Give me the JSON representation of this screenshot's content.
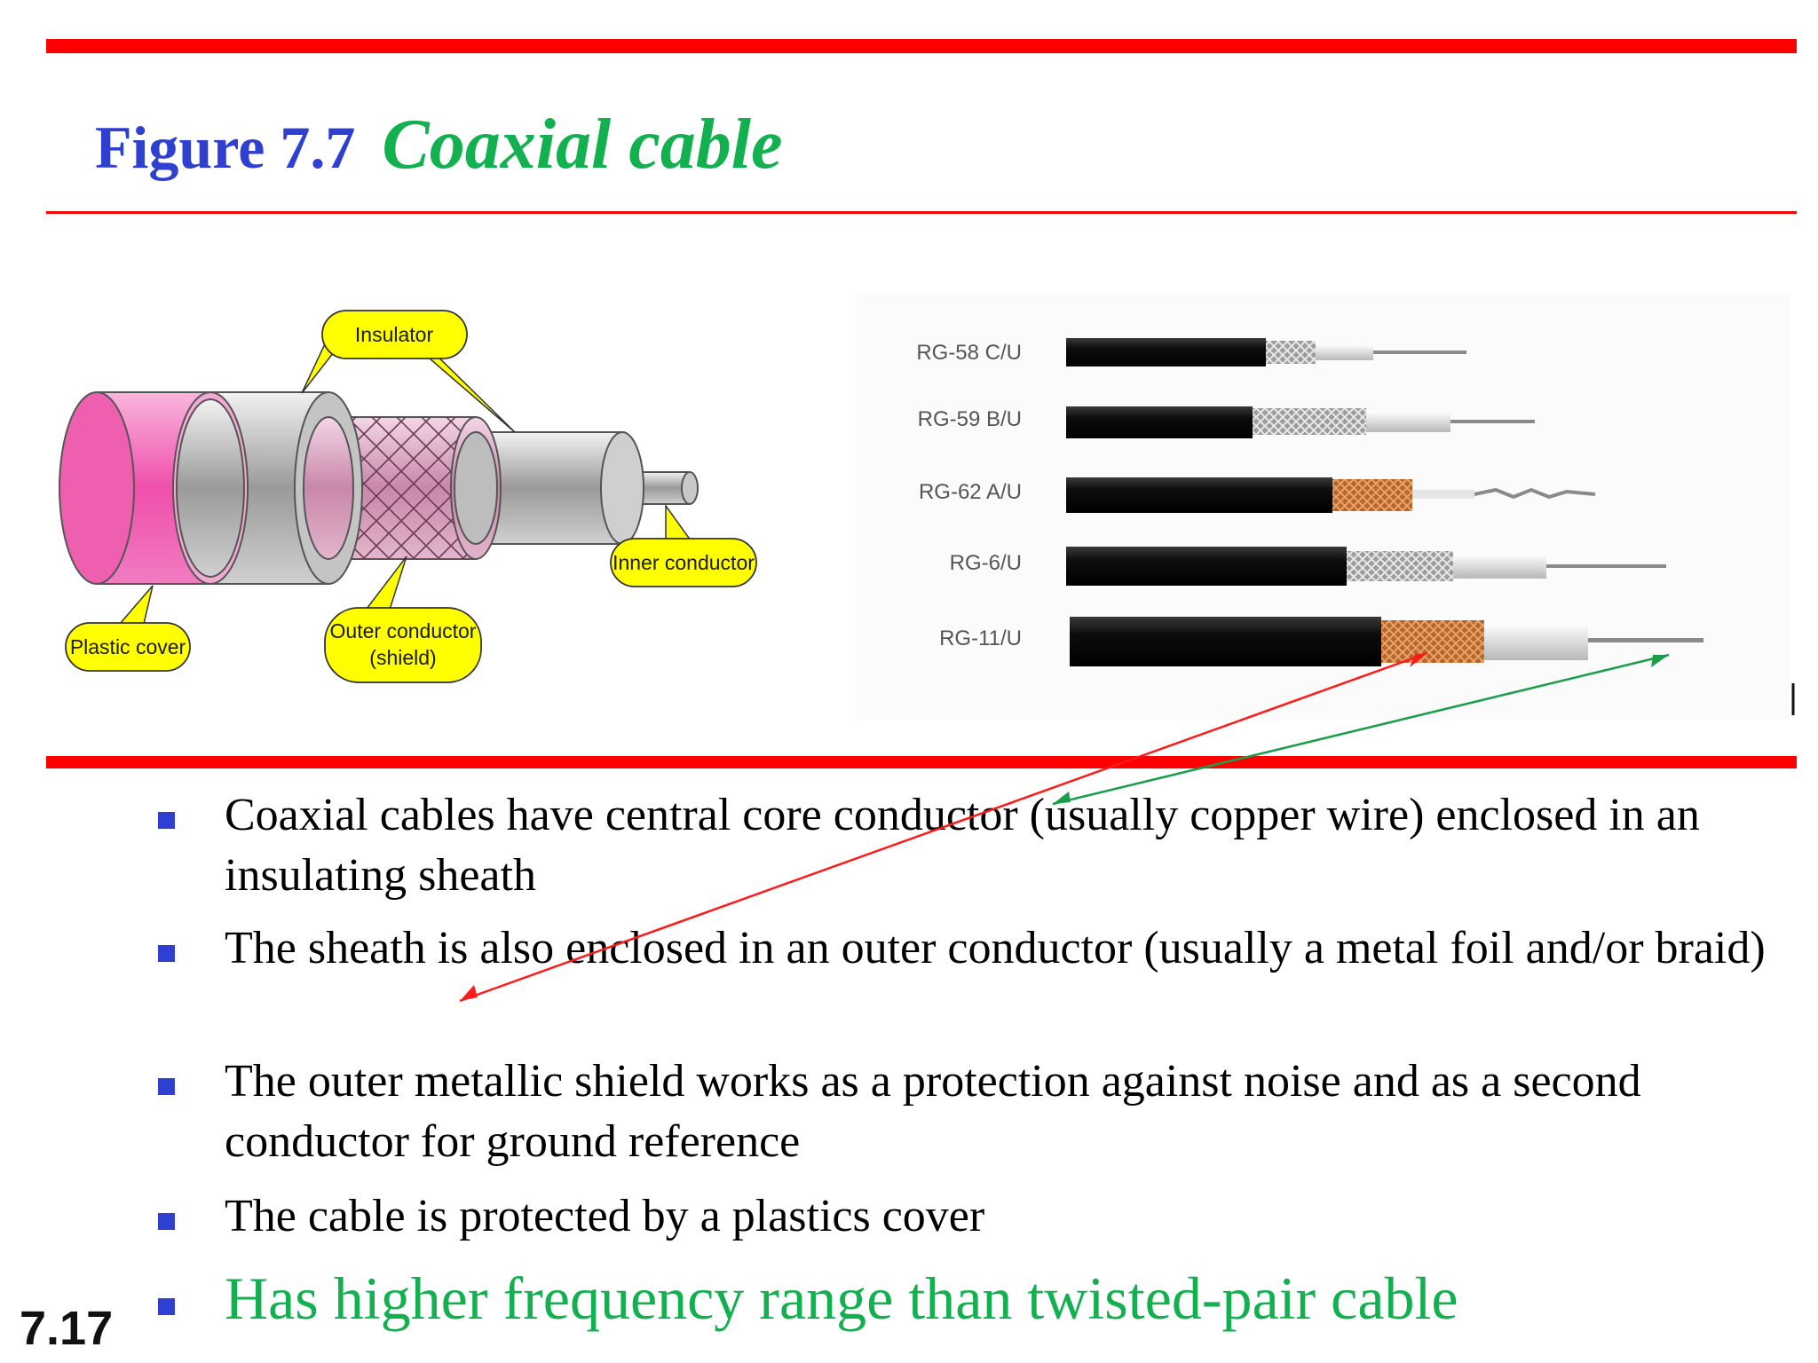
{
  "slide": {
    "figure_number": "Figure 7.7",
    "figure_title": "Coaxial cable",
    "page_number": "7.17"
  },
  "diagram": {
    "labels": {
      "insulator": "Insulator",
      "inner_conductor": "Inner conductor",
      "outer_conductor_line1": "Outer conductor",
      "outer_conductor_line2": "(shield)",
      "plastic_cover": "Plastic cover"
    }
  },
  "photo": {
    "cables": [
      "RG-58 C/U",
      "RG-59 B/U",
      "RG-62 A/U",
      "RG-6/U",
      "RG-11/U"
    ]
  },
  "bullets": [
    "Coaxial cables have central core conductor (usually copper wire) enclosed in an insulating sheath",
    "The sheath is also enclosed in an outer conductor (usually a metal foil and/or braid)",
    "The outer metallic shield works as a protection against noise and as a second conductor for ground reference",
    "The cable is protected by a plastics cover",
    "Has higher frequency range than twisted-pair cable"
  ],
  "colors": {
    "rule": "#ff0000",
    "figure_number": "#2f3fcf",
    "figure_title": "#13b04f",
    "highlight_bullet": "#13b04f",
    "callout_fill": "#ffff00",
    "arrow_red": "#ff1a1a",
    "arrow_green": "#1a9e4a"
  }
}
